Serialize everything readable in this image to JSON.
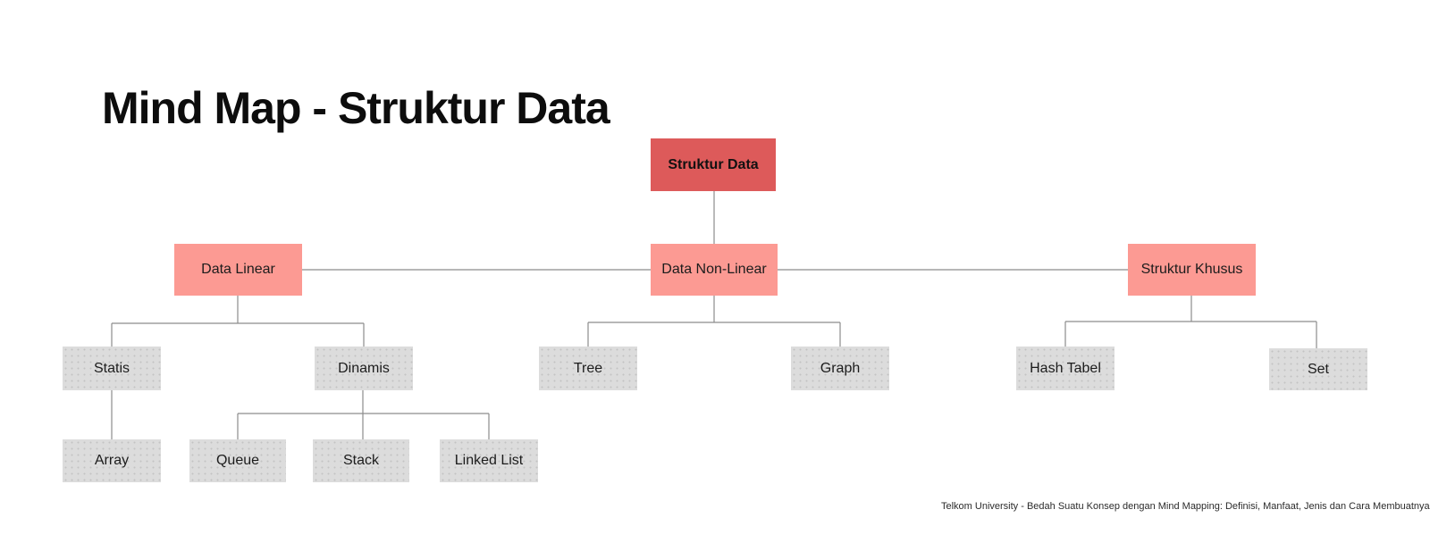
{
  "title": "Mind Map - Struktur Data",
  "footer": "Telkom University - Bedah Suatu Konsep dengan Mind Mapping: Definisi, Manfaat, Jenis dan Cara Membuatnya",
  "colors": {
    "root_box": "#dd5a5a",
    "branch_box": "#fc9a93",
    "leaf_box": "#dcdcdc",
    "connector_line": "#8c8c8c",
    "title_text": "#0d0d0d"
  },
  "mindmap": {
    "root": {
      "label": "Struktur Data"
    },
    "branches": [
      {
        "label": "Data Linear",
        "children": [
          {
            "label": "Statis",
            "children": [
              {
                "label": "Array"
              }
            ]
          },
          {
            "label": "Dinamis",
            "children": [
              {
                "label": "Queue"
              },
              {
                "label": "Stack"
              },
              {
                "label": "Linked List"
              }
            ]
          }
        ]
      },
      {
        "label": "Data Non-Linear",
        "children": [
          {
            "label": "Tree",
            "children": []
          },
          {
            "label": "Graph",
            "children": []
          }
        ]
      },
      {
        "label": "Struktur Khusus",
        "children": [
          {
            "label": "Hash Tabel",
            "children": []
          },
          {
            "label": "Set",
            "children": []
          }
        ]
      }
    ]
  }
}
